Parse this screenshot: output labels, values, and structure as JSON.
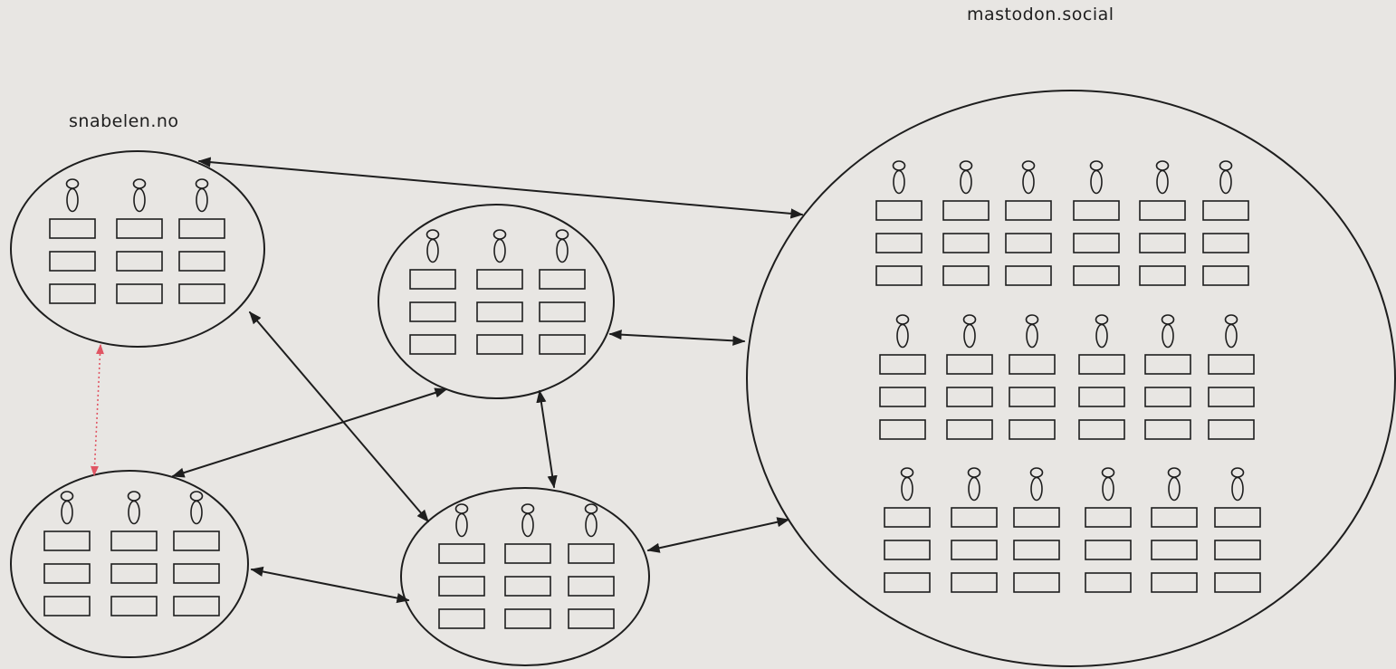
{
  "diagram": {
    "servers": [
      {
        "id": "snabelen",
        "label": "snabelen.no"
      },
      {
        "id": "mid-top",
        "label": ""
      },
      {
        "id": "bottom-left",
        "label": ""
      },
      {
        "id": "bottom-mid",
        "label": ""
      },
      {
        "id": "mastodon",
        "label": "mastodon.social"
      }
    ],
    "connections": [
      {
        "from": "snabelen",
        "to": "mastodon",
        "style": "solid"
      },
      {
        "from": "snabelen",
        "to": "bottom-mid",
        "style": "solid"
      },
      {
        "from": "snabelen",
        "to": "bottom-left",
        "style": "dotted-red"
      },
      {
        "from": "mid-top",
        "to": "mastodon",
        "style": "solid"
      },
      {
        "from": "mid-top",
        "to": "bottom-left",
        "style": "solid"
      },
      {
        "from": "mid-top",
        "to": "bottom-mid",
        "style": "solid"
      },
      {
        "from": "bottom-left",
        "to": "bottom-mid",
        "style": "solid"
      },
      {
        "from": "bottom-mid",
        "to": "mastodon",
        "style": "solid"
      }
    ],
    "colors": {
      "background": "#e8e6e3",
      "stroke": "#1e1e1e",
      "dotted_link": "#e05563"
    }
  }
}
